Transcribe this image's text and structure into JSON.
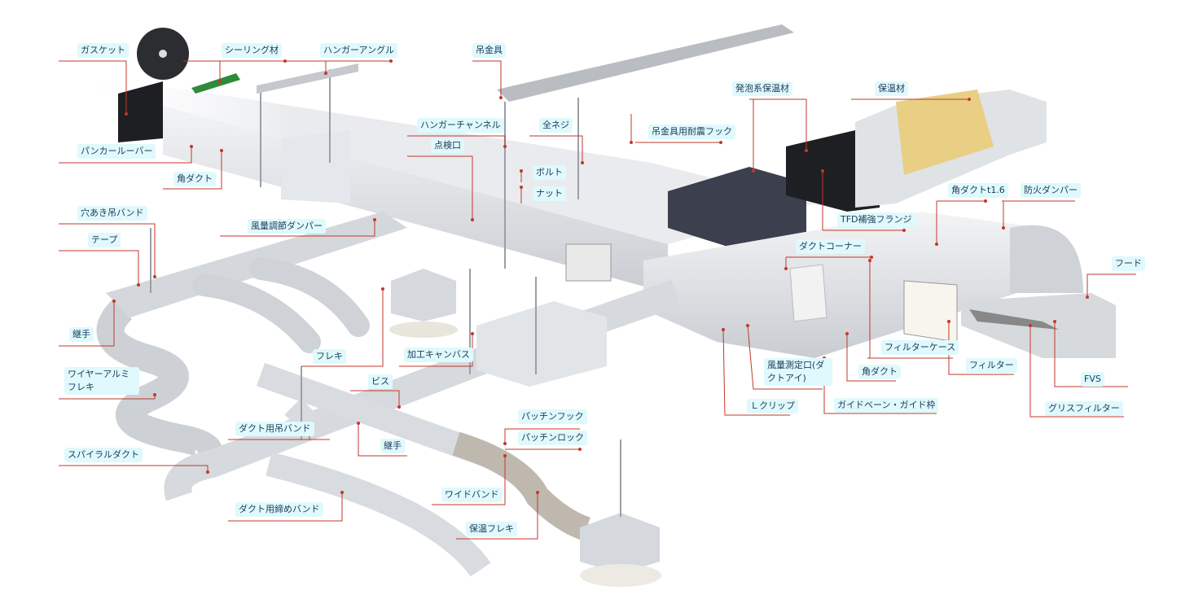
{
  "labels": {
    "gasket": "ガスケット",
    "sealing": "シーリング材",
    "hanger_angle": "ハンガーアングル",
    "tsuri_kanagu": "吊金具",
    "punkah_louver": "パンカールーバー",
    "kaku_duct_1": "角ダクト",
    "perforated_band": "穴あき吊バンド",
    "tape": "テープ",
    "volume_damper": "風量調節ダンパー",
    "hanger_channel": "ハンガーチャンネル",
    "full_thread": "全ネジ",
    "seismic_hook": "吊金具用耐震フック",
    "inspection_port": "点検口",
    "bolt": "ボルト",
    "nut": "ナット",
    "foam_insulation": "発泡系保温材",
    "insulation": "保温材",
    "tfd_flange": "TFD補強フランジ",
    "kaku_duct_t16": "角ダクトt1.6",
    "fire_damper": "防火ダンパー",
    "duct_corner": "ダクトコーナー",
    "hood": "フード",
    "joint_1": "継手",
    "flex": "フレキ",
    "canvas": "加工キャンバス",
    "wire_alu_flex": "ワイヤーアルミフレキ",
    "screw": "ビス",
    "filter_case": "フィルターケース",
    "airflow_port": "風量測定口(ダクトアイ)",
    "kaku_duct_2": "角ダクト",
    "filter": "フィルター",
    "fvs": "FVS",
    "l_clip": "Ｌクリップ",
    "guide_vane": "ガイドベーン・ガイド枠",
    "grease_filter": "グリスフィルター",
    "hanging_band": "ダクト用吊バンド",
    "snap_hook": "パッチンフック",
    "joint_2": "継手",
    "snap_lock": "パッチンロック",
    "spiral_duct": "スパイラルダクト",
    "wide_band": "ワイドバンド",
    "tightening_band": "ダクト用締めバンド",
    "insulated_flex": "保温フレキ"
  },
  "colors": {
    "leader": "#c0392b",
    "label_bg": "#dff9fc",
    "label_text": "#1d3a5a"
  }
}
